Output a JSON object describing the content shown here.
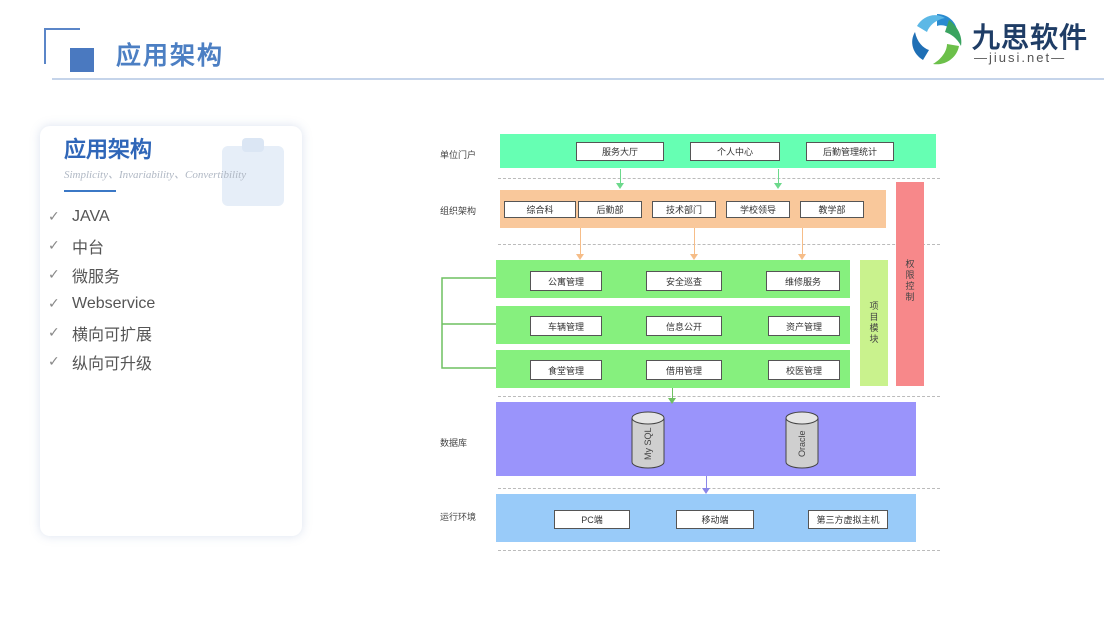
{
  "header": {
    "title": "应用架构",
    "logo_text": "九思软件",
    "logo_sub": "—jiusi.net—"
  },
  "card": {
    "title": "应用架构",
    "subtitle": "Simplicity、Invariability、Convertibility",
    "items": [
      "JAVA",
      "中台",
      "微服务",
      "Webservice",
      "横向可扩展",
      "纵向可升级"
    ]
  },
  "diagram": {
    "layers": {
      "portal": "单位门户",
      "org": "组织架构",
      "db": "数据库",
      "env": "运行环境"
    },
    "portal_boxes": [
      "服务大厅",
      "个人中心",
      "后勤管理统计"
    ],
    "org_boxes": [
      "综合科",
      "后勤部",
      "技术部门",
      "学校领导",
      "教学部"
    ],
    "module_rows": [
      [
        "公寓管理",
        "安全巡查",
        "维修服务"
      ],
      [
        "车辆管理",
        "信息公开",
        "资产管理"
      ],
      [
        "食堂管理",
        "借用管理",
        "校医管理"
      ]
    ],
    "module_side_label": "项目模块",
    "permission_label": "权限控制",
    "db_names": [
      "My SQL",
      "Oracle"
    ],
    "env_boxes": [
      "PC端",
      "移动端",
      "第三方虚拟主机"
    ]
  },
  "colors": {
    "portal": "#66ffb3",
    "org": "#f9c89b",
    "module": "#86f07e",
    "side": "#c9f28d",
    "permission": "#f7888a",
    "db": "#9a94fb",
    "env": "#99cbf9",
    "accent": "#4c7fc3"
  }
}
